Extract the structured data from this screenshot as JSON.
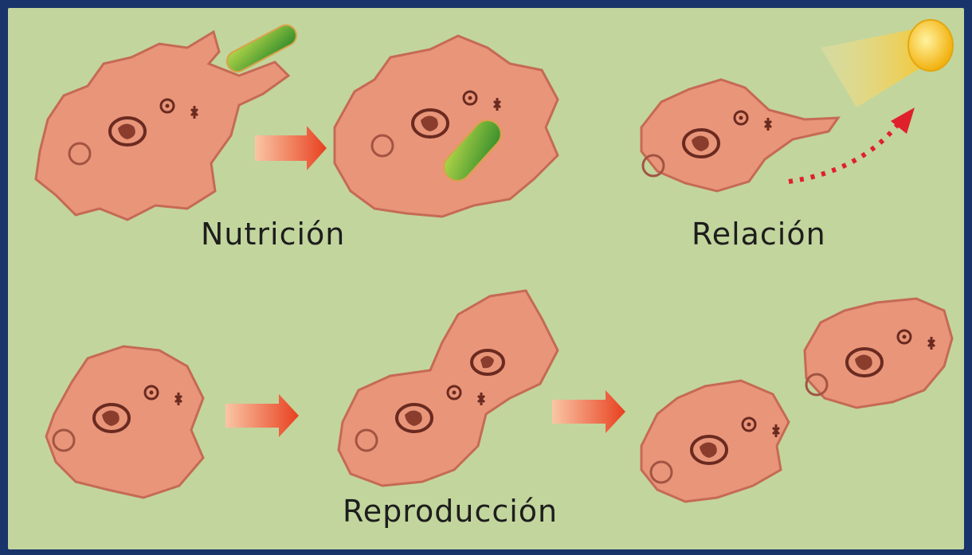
{
  "labels": {
    "nutrition": "Nutrición",
    "relation": "Relación",
    "reproduction": "Reproducción"
  },
  "colors": {
    "frame": "#18346a",
    "panel": "#c2d59d",
    "cell_fill": "#e99579",
    "cell_edge": "#c56a55",
    "organelle": "#6a2a20",
    "food": "#4f9e32",
    "arrow": "#ea4b2c",
    "light": "#f7c318"
  },
  "icons": [
    "amoeba-cell",
    "green-bacterium",
    "process-arrow",
    "light-beam",
    "dotted-movement-arrow"
  ]
}
